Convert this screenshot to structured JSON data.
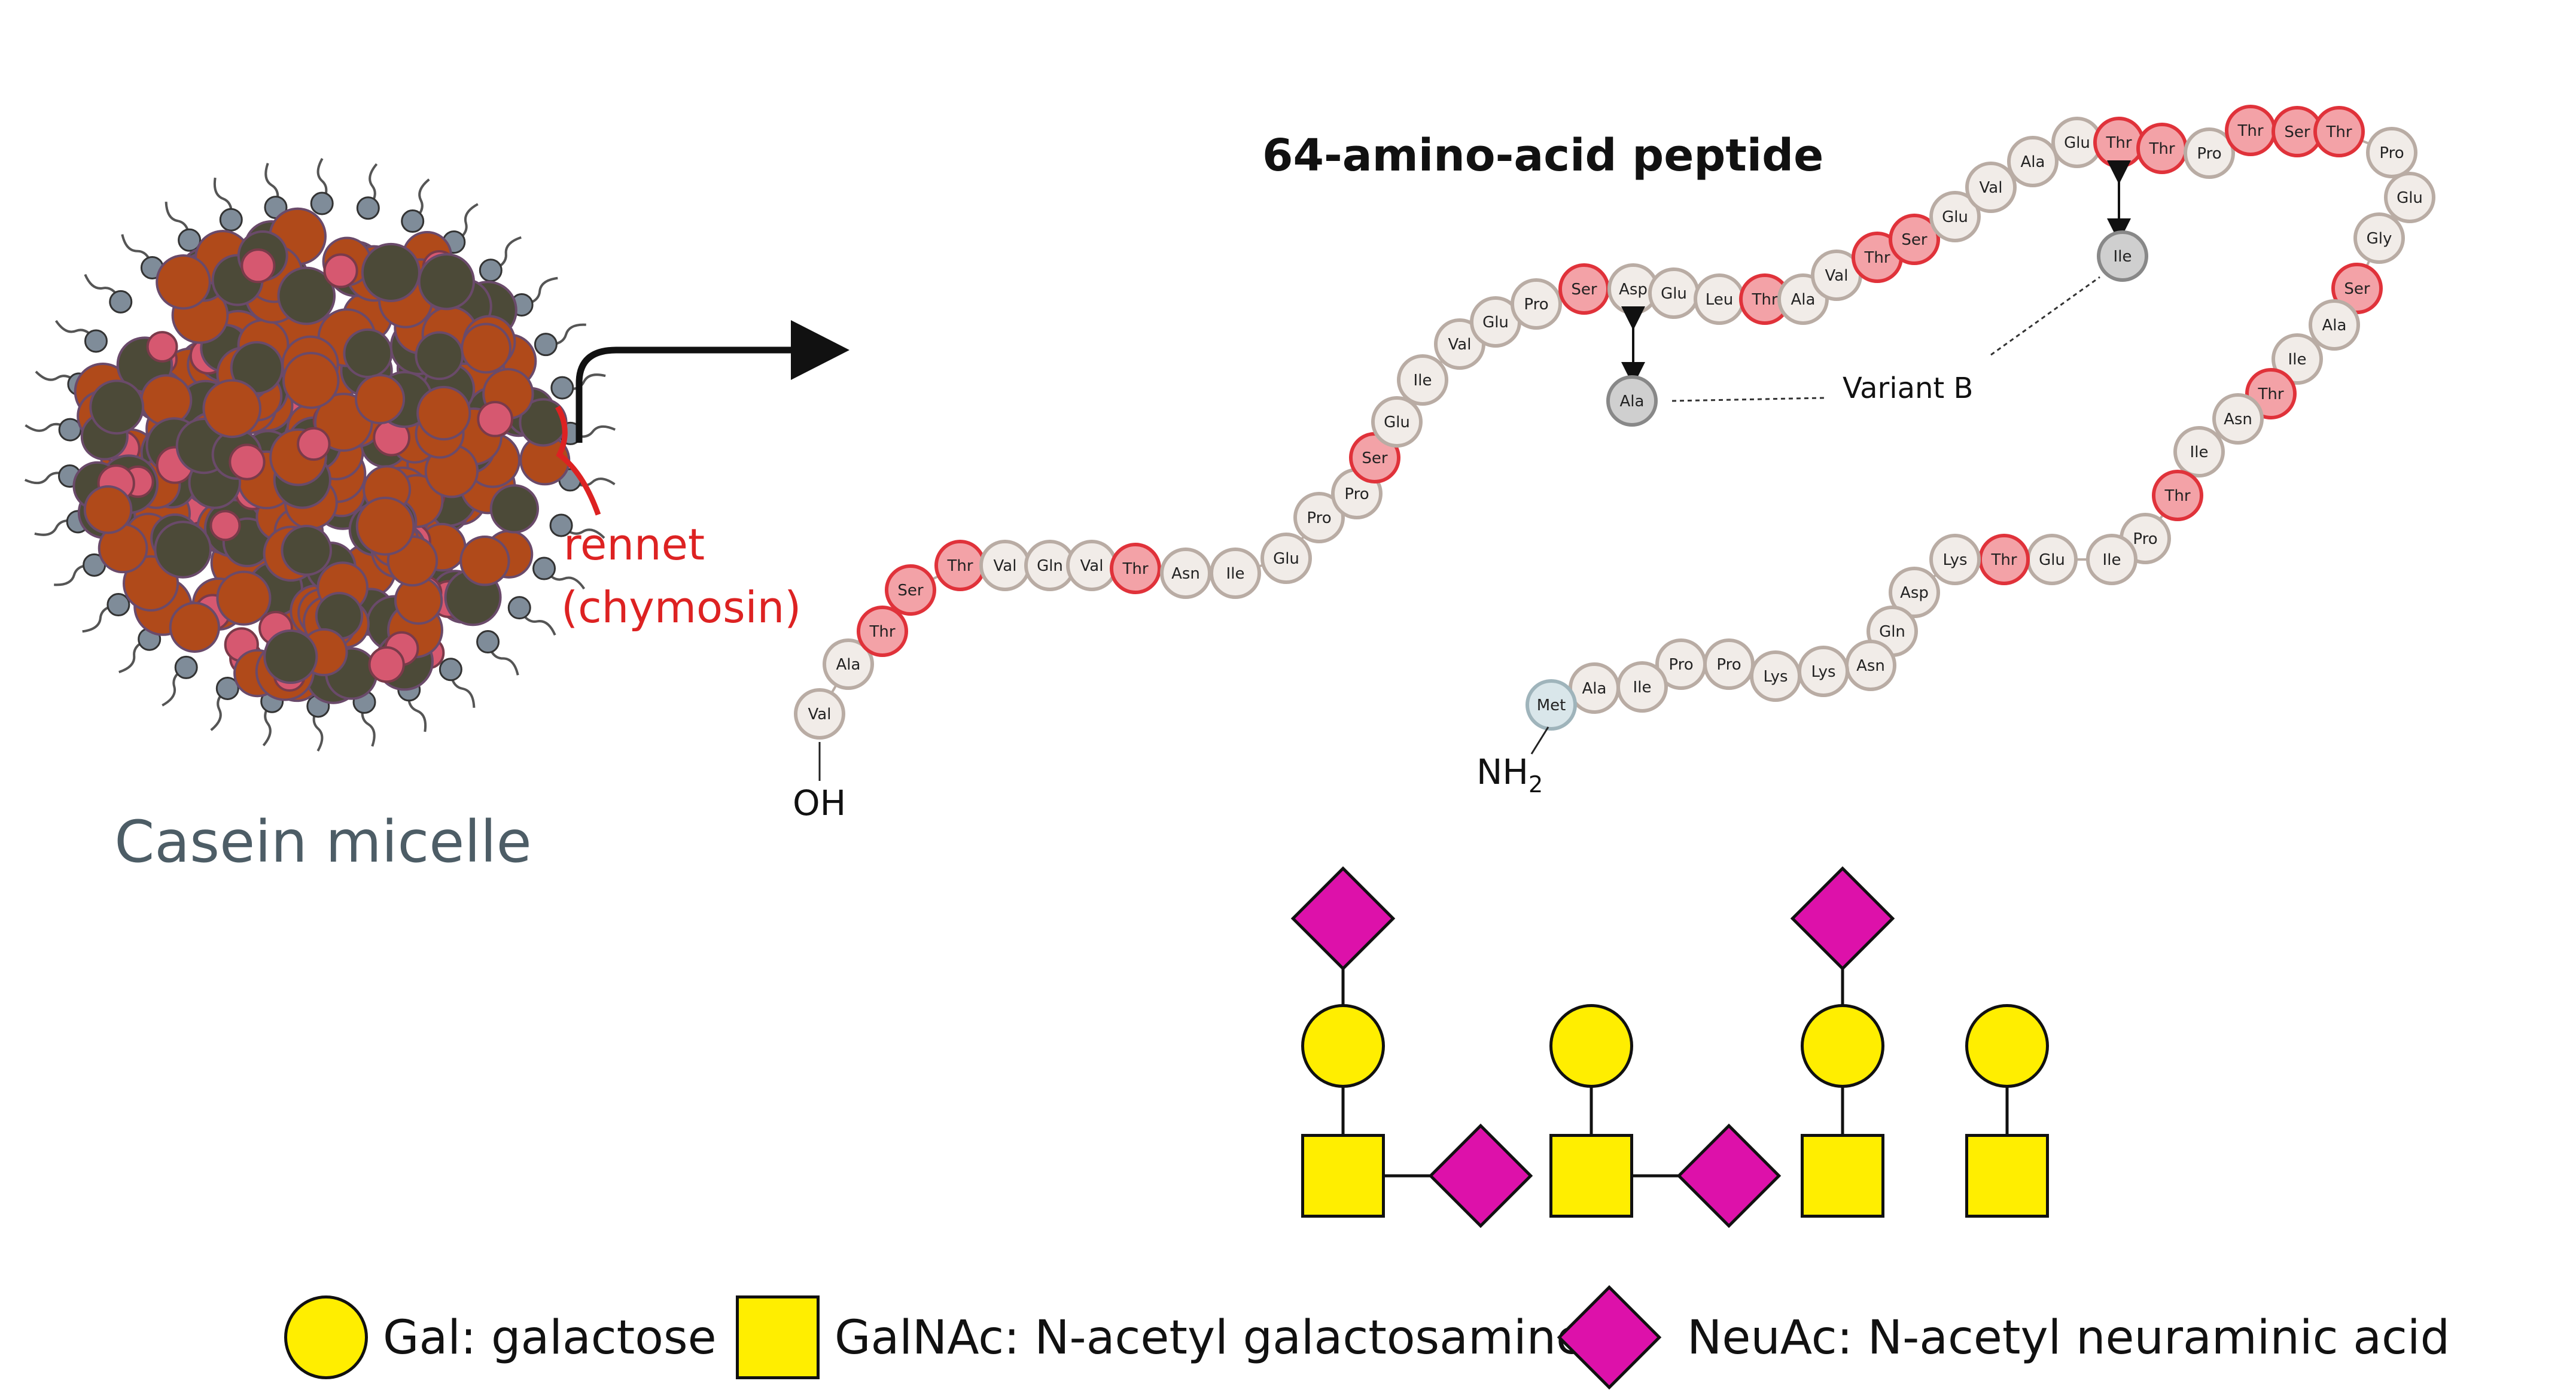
{
  "title": "64-amino-acid peptide",
  "micelle_label": "Casein micelle",
  "enzyme_label_line1": "rennet",
  "enzyme_label_line2": "(chymosin)",
  "terminal_c": "OH",
  "terminal_n": "NH",
  "terminal_n_sub": "2",
  "variant_label": "Variant B",
  "variant_residues": [
    "Ala",
    "Ile"
  ],
  "peptide_residues": [
    {
      "res": "Val",
      "glyco": false
    },
    {
      "res": "Ala",
      "glyco": false
    },
    {
      "res": "Thr",
      "glyco": true
    },
    {
      "res": "Ser",
      "glyco": true
    },
    {
      "res": "Thr",
      "glyco": true
    },
    {
      "res": "Val",
      "glyco": false
    },
    {
      "res": "Gln",
      "glyco": false
    },
    {
      "res": "Val",
      "glyco": false
    },
    {
      "res": "Thr",
      "glyco": true
    },
    {
      "res": "Asn",
      "glyco": false
    },
    {
      "res": "Ile",
      "glyco": false
    },
    {
      "res": "Glu",
      "glyco": false
    },
    {
      "res": "Pro",
      "glyco": false
    },
    {
      "res": "Pro",
      "glyco": false
    },
    {
      "res": "Ser",
      "glyco": true
    },
    {
      "res": "Glu",
      "glyco": false
    },
    {
      "res": "Ile",
      "glyco": false
    },
    {
      "res": "Val",
      "glyco": false
    },
    {
      "res": "Glu",
      "glyco": false
    },
    {
      "res": "Pro",
      "glyco": false
    },
    {
      "res": "Ser",
      "glyco": true
    },
    {
      "res": "Asp",
      "glyco": false
    },
    {
      "res": "Glu",
      "glyco": false
    },
    {
      "res": "Leu",
      "glyco": false
    },
    {
      "res": "Thr",
      "glyco": true
    },
    {
      "res": "Ala",
      "glyco": false
    },
    {
      "res": "Val",
      "glyco": false
    },
    {
      "res": "Thr",
      "glyco": true
    },
    {
      "res": "Ser",
      "glyco": true
    },
    {
      "res": "Glu",
      "glyco": false
    },
    {
      "res": "Val",
      "glyco": false
    },
    {
      "res": "Ala",
      "glyco": false
    },
    {
      "res": "Glu",
      "glyco": false
    },
    {
      "res": "Thr",
      "glyco": true
    },
    {
      "res": "Thr",
      "glyco": true
    },
    {
      "res": "Pro",
      "glyco": false
    },
    {
      "res": "Thr",
      "glyco": true
    },
    {
      "res": "Ser",
      "glyco": true
    },
    {
      "res": "Thr",
      "glyco": true
    },
    {
      "res": "Pro",
      "glyco": false
    },
    {
      "res": "Glu",
      "glyco": false
    },
    {
      "res": "Gly",
      "glyco": false
    },
    {
      "res": "Ser",
      "glyco": true
    },
    {
      "res": "Ala",
      "glyco": false
    },
    {
      "res": "Ile",
      "glyco": false
    },
    {
      "res": "Thr",
      "glyco": true
    },
    {
      "res": "Asn",
      "glyco": false
    },
    {
      "res": "Ile",
      "glyco": false
    },
    {
      "res": "Thr",
      "glyco": true
    },
    {
      "res": "Pro",
      "glyco": false
    },
    {
      "res": "Ile",
      "glyco": false
    },
    {
      "res": "Glu",
      "glyco": false
    },
    {
      "res": "Thr",
      "glyco": true
    },
    {
      "res": "Lys",
      "glyco": false
    },
    {
      "res": "Asp",
      "glyco": false
    },
    {
      "res": "Gln",
      "glyco": false
    },
    {
      "res": "Asn",
      "glyco": false
    },
    {
      "res": "Lys",
      "glyco": false
    },
    {
      "res": "Lys",
      "glyco": false
    },
    {
      "res": "Pro",
      "glyco": false
    },
    {
      "res": "Pro",
      "glyco": false
    },
    {
      "res": "Ile",
      "glyco": false
    },
    {
      "res": "Ala",
      "glyco": false
    },
    {
      "res": "Met",
      "glyco": false
    }
  ],
  "glycan_structures": [
    [
      "NeuAc",
      "Gal",
      "GalNAc",
      "NeuAc"
    ],
    [
      "Gal",
      "GalNAc",
      "NeuAc"
    ],
    [
      "NeuAc",
      "Gal",
      "GalNAc"
    ],
    [
      "Gal",
      "GalNAc"
    ]
  ],
  "legend": [
    {
      "shape": "circle",
      "label": "Gal: galactose"
    },
    {
      "shape": "square",
      "label": "GalNAc: N-acetyl galactosamine"
    },
    {
      "shape": "diamond",
      "label": "NeuAc: N-acetyl neuraminic acid"
    }
  ],
  "colors": {
    "residue_fill": "#f1ece8",
    "residue_stroke": "#b9aca4",
    "glyco_fill": "#f3a2a7",
    "glyco_stroke": "#e0323a",
    "met_fill": "#d9e6ea",
    "variant_fill": "#cfcfcf",
    "enzyme": "#dd2222",
    "micelle_label": "#4d5d66",
    "gal": "#ffee00",
    "galnac": "#ffee00",
    "neuac": "#dd11aa",
    "micelle_brown": "#b04a1a",
    "micelle_olive": "#4c4a38",
    "micelle_pink": "#d65870",
    "micelle_grey": "#7f8c99"
  }
}
